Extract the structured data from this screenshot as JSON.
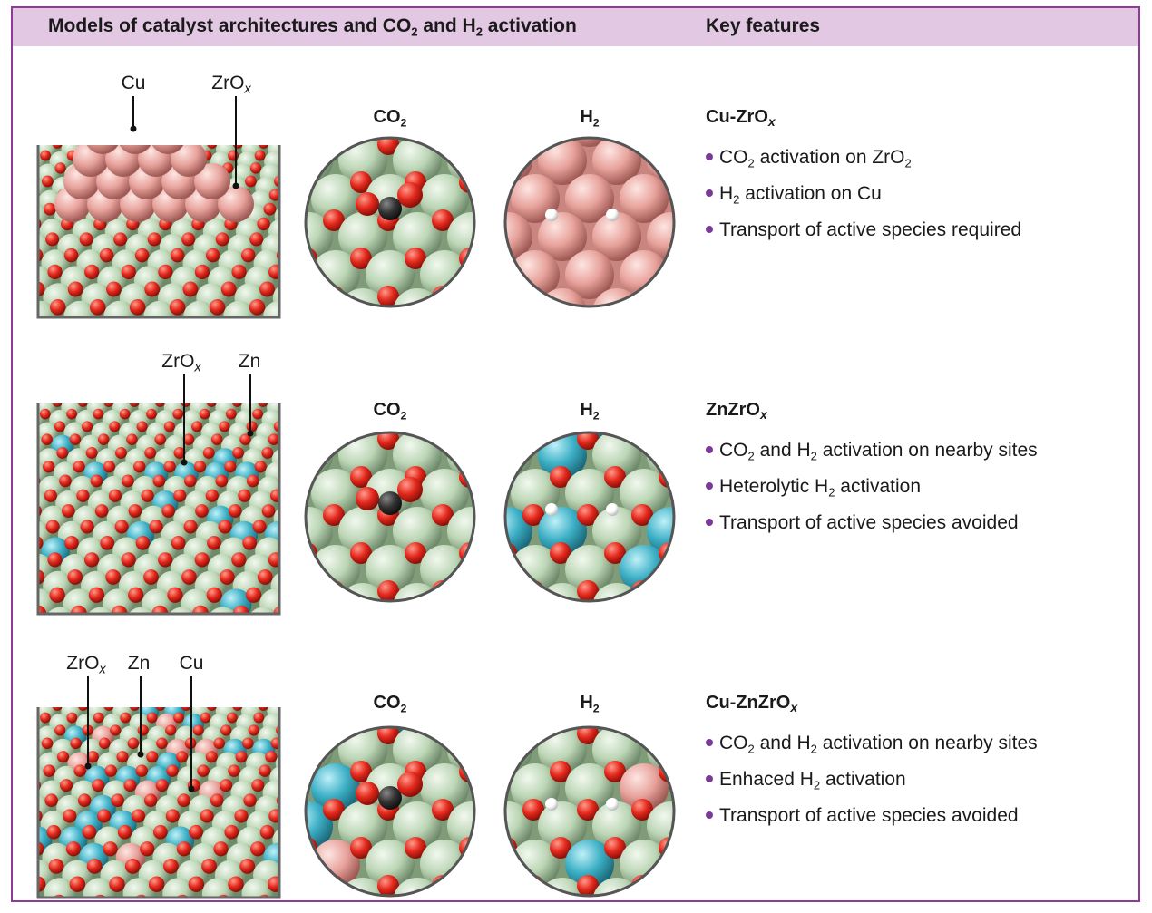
{
  "header": {
    "left_title": [
      {
        "t": "Models of catalyst architectures and CO"
      },
      {
        "sub": "2"
      },
      {
        "t": " and H"
      },
      {
        "sub": "2"
      },
      {
        "t": " activation"
      }
    ],
    "right_title": [
      {
        "t": "Key features"
      }
    ]
  },
  "rows": [
    {
      "labels": [
        [
          {
            "t": "Cu"
          }
        ],
        [
          {
            "t": "ZrO"
          },
          {
            "i": "x"
          }
        ]
      ],
      "co2_title": [
        {
          "t": "CO"
        },
        {
          "sub": "2"
        }
      ],
      "h2_title": [
        {
          "t": "H"
        },
        {
          "sub": "2"
        }
      ],
      "feature_title": [
        {
          "t": "Cu-ZrO"
        },
        {
          "i": "x"
        }
      ],
      "bullets": [
        [
          {
            "t": "CO"
          },
          {
            "sub": "2"
          },
          {
            "t": " activation on ZrO"
          },
          {
            "sub": "2"
          }
        ],
        [
          {
            "t": "H"
          },
          {
            "sub": "2"
          },
          {
            "t": " activation on Cu"
          }
        ],
        [
          {
            "t": "Transport of active species required"
          }
        ]
      ]
    },
    {
      "labels": [
        [
          {
            "t": "ZrO"
          },
          {
            "i": "x"
          }
        ],
        [
          {
            "t": "Zn"
          }
        ]
      ],
      "co2_title": [
        {
          "t": "CO"
        },
        {
          "sub": "2"
        }
      ],
      "h2_title": [
        {
          "t": "H"
        },
        {
          "sub": "2"
        }
      ],
      "feature_title": [
        {
          "t": "ZnZrO"
        },
        {
          "i": "x"
        }
      ],
      "bullets": [
        [
          {
            "t": "CO"
          },
          {
            "sub": "2"
          },
          {
            "t": " and H"
          },
          {
            "sub": "2"
          },
          {
            "t": " activation on nearby sites"
          }
        ],
        [
          {
            "t": "Heterolytic H"
          },
          {
            "sub": "2"
          },
          {
            "t": " activation"
          }
        ],
        [
          {
            "t": "Transport of active species avoided"
          }
        ]
      ]
    },
    {
      "labels": [
        [
          {
            "t": "ZrO"
          },
          {
            "i": "x"
          }
        ],
        [
          {
            "t": "Zn"
          }
        ],
        [
          {
            "t": "Cu"
          }
        ]
      ],
      "co2_title": [
        {
          "t": "CO"
        },
        {
          "sub": "2"
        }
      ],
      "h2_title": [
        {
          "t": "H"
        },
        {
          "sub": "2"
        }
      ],
      "feature_title": [
        {
          "t": "Cu-ZnZrO"
        },
        {
          "i": "x"
        }
      ],
      "bullets": [
        [
          {
            "t": "CO"
          },
          {
            "sub": "2"
          },
          {
            "t": " and H"
          },
          {
            "sub": "2"
          },
          {
            "t": " activation on nearby sites"
          }
        ],
        [
          {
            "t": "Enhaced H"
          },
          {
            "sub": "2"
          },
          {
            "t": " activation"
          }
        ],
        [
          {
            "t": "Transport of active species avoided"
          }
        ]
      ]
    }
  ],
  "colors": {
    "frame": "#8e3a96",
    "header": "#e3c8e3",
    "bullet": "#7b3a97",
    "zr": "#bcd6b6",
    "o": "#e3281c",
    "zn": "#3db0c6",
    "cu": "#e8a29c",
    "c": "#333333",
    "h": "#ffffff"
  }
}
